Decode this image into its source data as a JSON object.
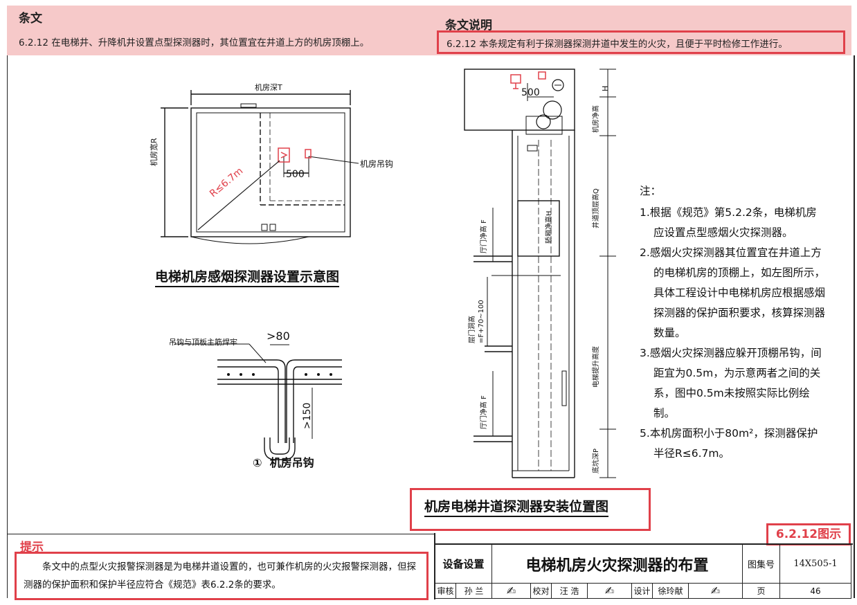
{
  "header": {
    "clause_title": "条文",
    "clause_text": "6.2.12 在电梯井、升降机井设置点型探测器时，其位置宜在井道上方的机房顶棚上。",
    "explain_title": "条文说明",
    "explain_text": "6.2.12 本条规定有利于探测器探测井道中发生的火灾，且便于平时检修工作进行。"
  },
  "fig1": {
    "caption": "电梯机房感烟探测器设置示意图",
    "dim_depth": "机房深T",
    "dim_width": "机房宽R",
    "radius": "R≤6.7m",
    "spacing": "500",
    "hook_label": "机房吊钩"
  },
  "fig2": {
    "caption_num": "①",
    "caption": "机房吊钩",
    "weld_label": "吊钩与顶板主筋焊牢",
    "dim_top": ">80",
    "dim_side": ">150"
  },
  "fig3": {
    "caption": "机房电梯井道探测器安装位置图",
    "spacing": "500",
    "dim_H": "H",
    "room_height": "机房净高",
    "top_height": "井道顶层高Q",
    "car_height": "轿厢净高H",
    "door_clear_top": "厅门净高 F",
    "floor_height": "层门洞高 =F+70~100",
    "travel": "电梯提升高度",
    "door_clear_bottom": "厅门净高 F",
    "pit": "底坑深P"
  },
  "notes": {
    "heading": "注：",
    "items": [
      "1.根据《规范》第5.2.2条，电梯机房应设置点型感烟火灾探测器。",
      "2.感烟火灾探测器其位置宜在井道上方的电梯机房的顶棚上，如左图所示，具体工程设计中电梯机房应根据感烟探测器的保护面积要求，核算探测器数量。",
      "3.感烟火灾探测器应躲开顶棚吊钩，间距宜为0.5m，为示意两者之间的关系，图中0.5m未按照实际比例绘制。",
      "5.本机房面积小于80m²，探测器保护半径R≤6.7m。"
    ]
  },
  "hint": {
    "title": "提示",
    "text": "条文中的点型火灾报警探测器是为电梯井道设置的，也可兼作机房的火灾报警探测器，但探测器的保护面积和保护半径应符合《规范》表6.2.2条的要求。"
  },
  "titleblock": {
    "figure_label": "6.2.12图示",
    "category": "设备设置",
    "title": "电梯机房火灾探测器的布置",
    "atlas_label": "图集号",
    "atlas_no": "14X505-1",
    "review_label": "审核",
    "reviewer": "孙 兰",
    "check_label": "校对",
    "checker": "汪 浩",
    "design_label": "设计",
    "designer": "徐玲献",
    "page_label": "页",
    "page_no": "46"
  },
  "colors": {
    "highlight": "#e0404a",
    "band": "#f6c9c9"
  }
}
